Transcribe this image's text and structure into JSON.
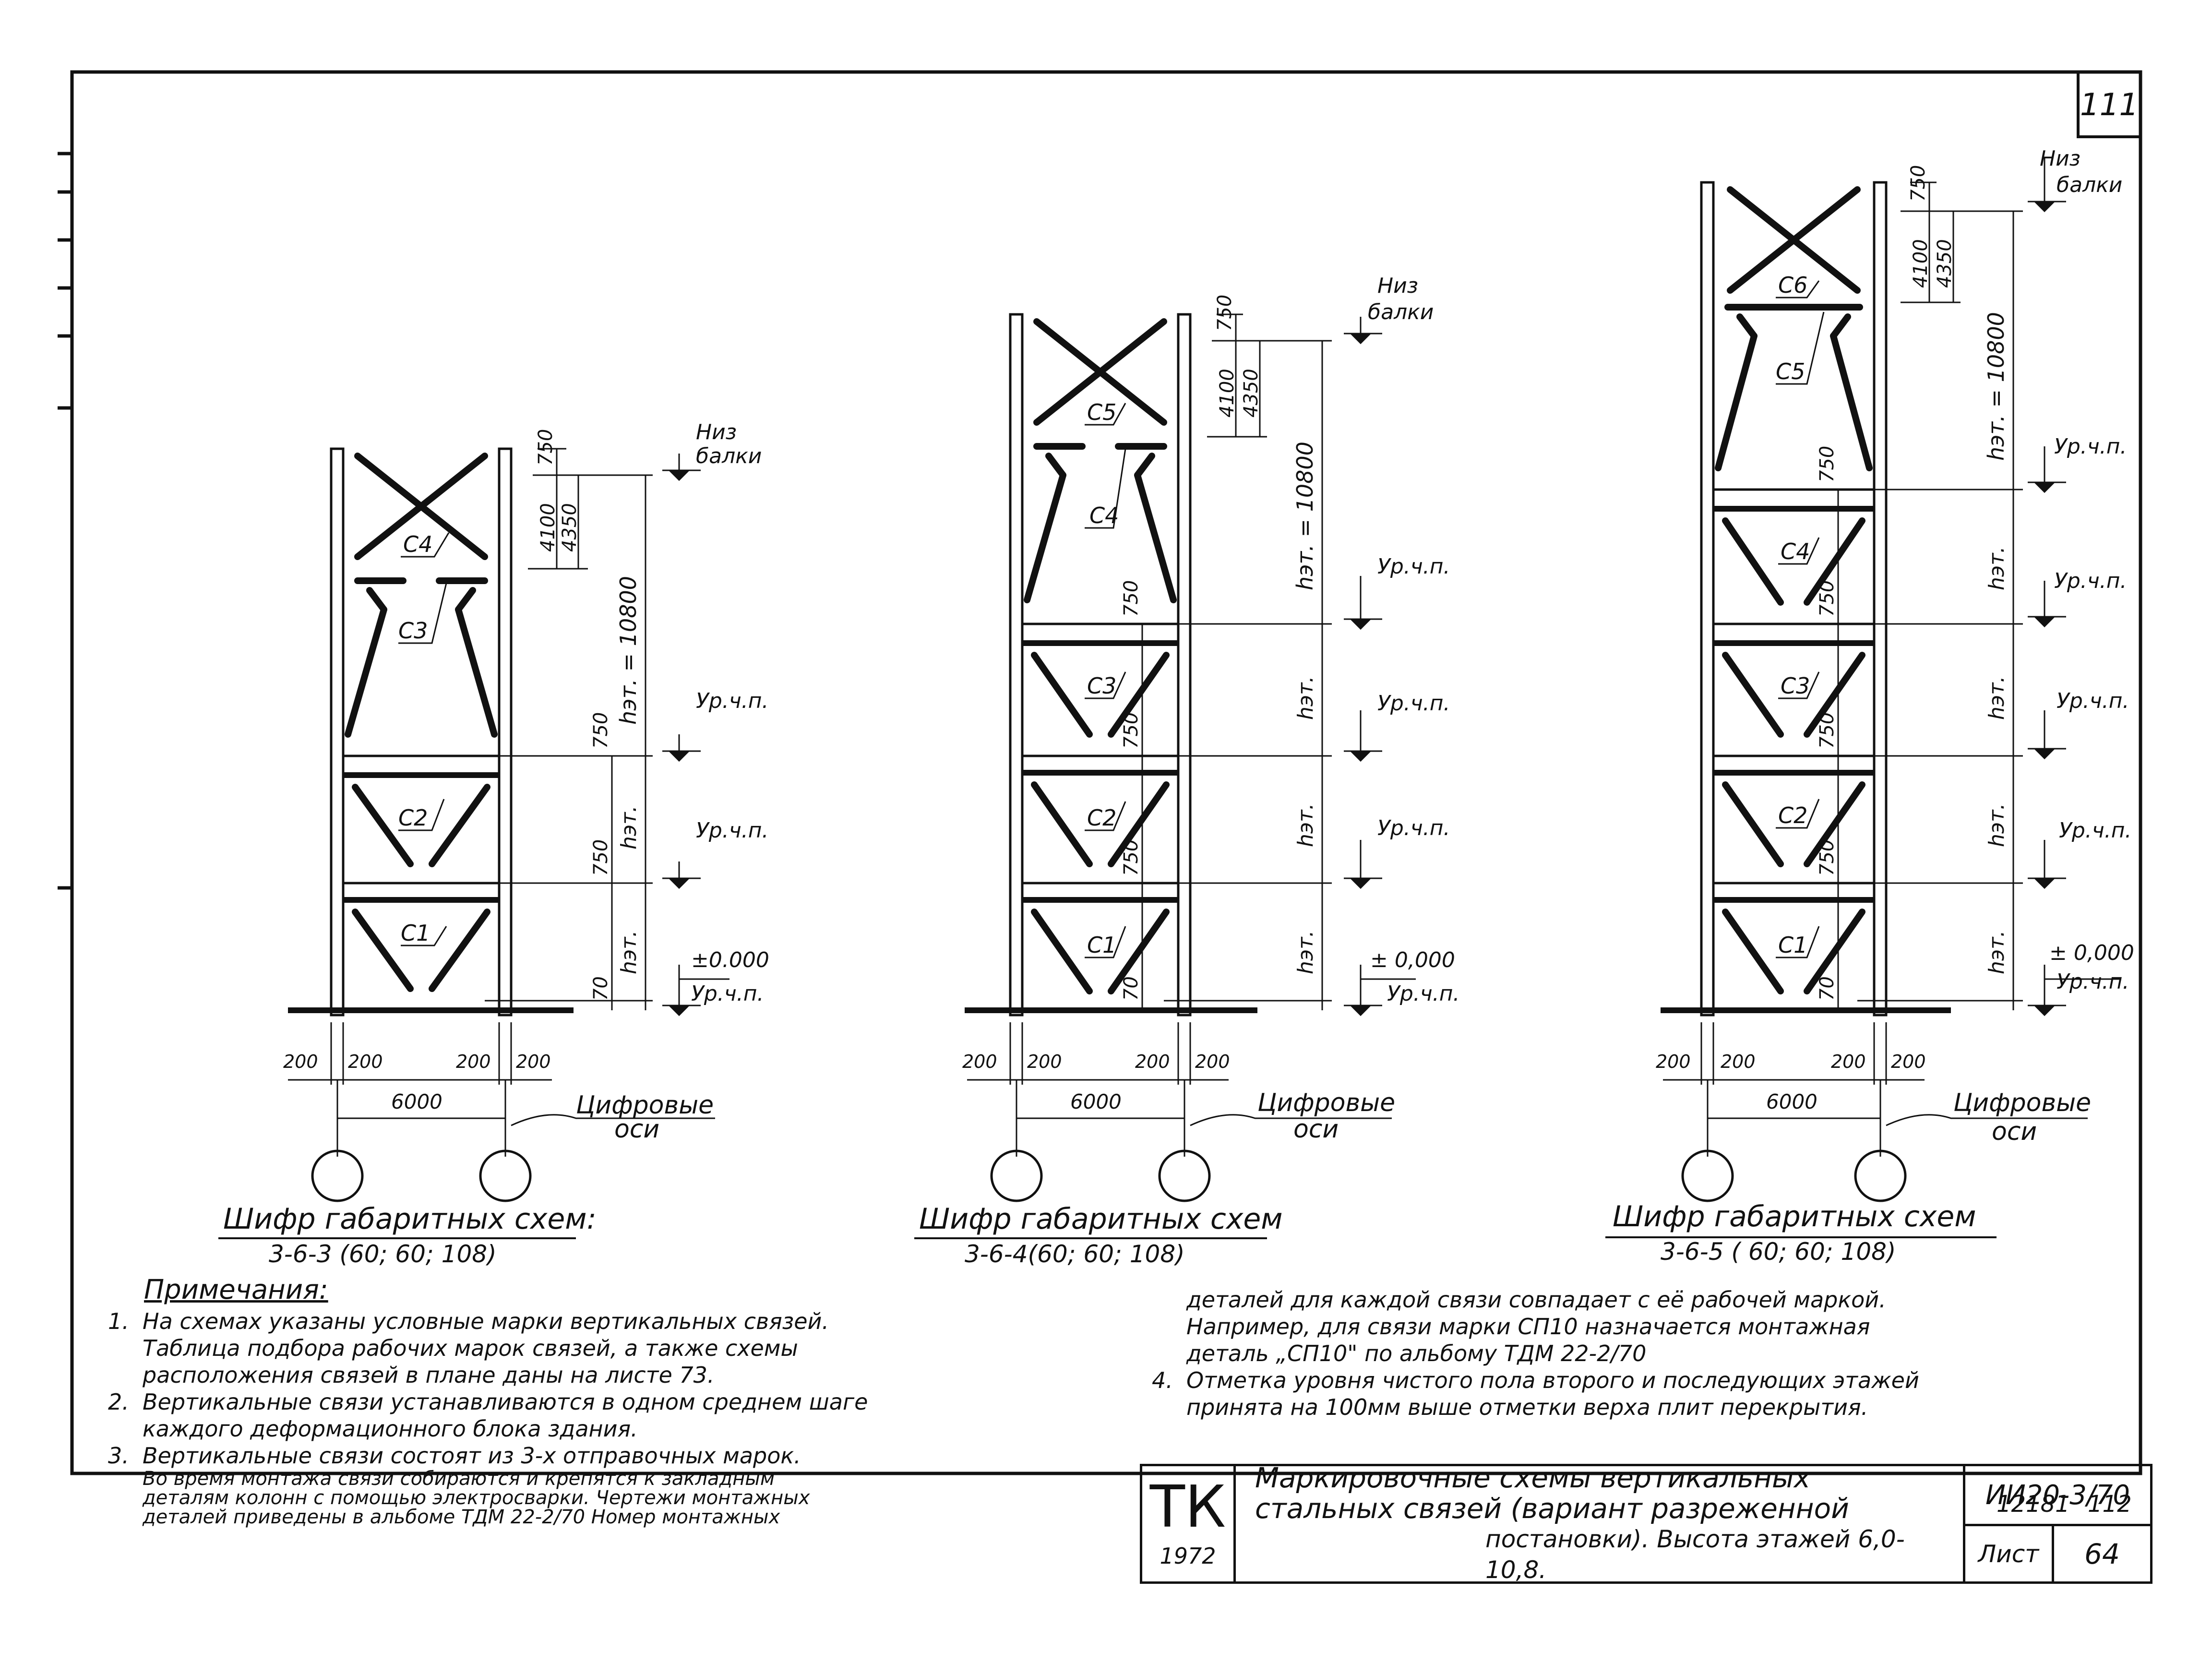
{
  "sheet": {
    "corner_number": "111",
    "footer_left": "12181",
    "footer_right": "112"
  },
  "schemes": [
    {
      "id": "scheme-1",
      "marks": [
        "С4",
        "С3",
        "С2",
        "С1"
      ],
      "dims": {
        "d750": "750",
        "d4100": "4100",
        "d4350": "4350",
        "het_total": "hэт. = 10800",
        "het": "hэт.",
        "d70": "70"
      },
      "levels": {
        "beam_bottom_1": "Низ",
        "beam_bottom_2": "балки",
        "floor_level": "Ур.ч.п.",
        "zero": "±0.000"
      },
      "axis_dims": [
        "200",
        "200",
        "200",
        "200"
      ],
      "span": "6000",
      "axis_label_1": "Цифровые",
      "axis_label_2": "оси",
      "caption": "Шифр габаритных схем:",
      "code": "3-6-3 (60; 60; 108)"
    },
    {
      "id": "scheme-2",
      "marks": [
        "С5",
        "С4",
        "С3",
        "С2",
        "С1"
      ],
      "dims": {
        "d750": "750",
        "d4100": "4100",
        "d4350": "4350",
        "het_total": "hэт. = 10800",
        "het": "hэт.",
        "d70": "70"
      },
      "levels": {
        "beam_bottom_1": "Низ",
        "beam_bottom_2": "балки",
        "floor_level": "Ур.ч.п.",
        "zero": "± 0,000"
      },
      "axis_dims": [
        "200",
        "200",
        "200",
        "200"
      ],
      "span": "6000",
      "axis_label_1": "Цифровые",
      "axis_label_2": "оси",
      "caption": "Шифр габаритных схем",
      "code": "3-6-4(60; 60; 108)"
    },
    {
      "id": "scheme-3",
      "marks": [
        "С6",
        "С5",
        "С4",
        "С3",
        "С2",
        "С1"
      ],
      "dims": {
        "d750": "750",
        "d4100": "4100",
        "d4350": "4350",
        "het_total": "hэт. = 10800",
        "het": "hэт.",
        "d70": "70"
      },
      "levels": {
        "beam_bottom_1": "Низ",
        "beam_bottom_2": "балки",
        "floor_level": "Ур.ч.п.",
        "zero": "± 0,000"
      },
      "axis_dims": [
        "200",
        "200",
        "200",
        "200"
      ],
      "span": "6000",
      "axis_label_1": "Цифровые",
      "axis_label_2": "оси",
      "caption": "Шифр габаритных схем",
      "code": "3-6-5 ( 60; 60; 108)"
    }
  ],
  "notes": {
    "title": "Примечания:",
    "n1_num": "1.",
    "n1_l1": "На схемах указаны условные марки вертикальных связей.",
    "n1_l2": "Таблица подбора рабочих марок связей, а также схемы",
    "n1_l3": "расположения связей в плане даны на листе 73.",
    "n2_num": "2.",
    "n2_l1": "Вертикальные связи устанавливаются в одном среднем шаге",
    "n2_l2": "каждого деформационного блока здания.",
    "n3_num": "3.",
    "n3_l1": "Вертикальные связи состоят из 3-х отправочных марок.",
    "n3_l2": "Во время монтажа связи собираются и крепятся к закладным",
    "n3_l3": "деталям колонн с помощью электросварки. Чертежи монтажных",
    "n3_l4": "деталей приведены в альбоме ТДМ 22-2/70  Номер монтажных",
    "n3_l5": "деталей для каждой связи совпадает с её рабочей маркой.",
    "n3_l6": "Например, для связи марки СП10 назначается монтажная",
    "n3_l7": "деталь „СП10\"   по альбому  ТДМ 22-2/70",
    "n4_num": "4.",
    "n4_l1": "Отметка уровня чистого пола второго и последующих этажей",
    "n4_l2": "принята на 100мм выше отметки верха плит перекрытия."
  },
  "title_block": {
    "org": "ТК",
    "year": "1972",
    "title_l1": "Маркировочные схемы вертикальных",
    "title_l2": "стальных связей (вариант разреженной",
    "title_l3": "постановки). Высота этажей 6,0-10,8.",
    "doc_code": "ИИ20-3/70",
    "sheet_label": "Лист",
    "sheet_no": "64"
  }
}
